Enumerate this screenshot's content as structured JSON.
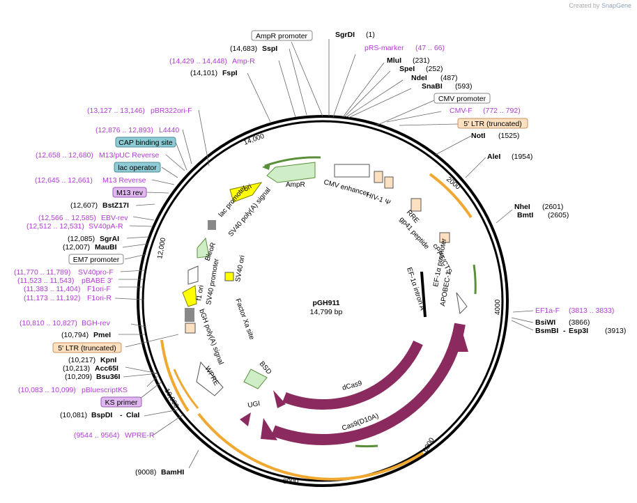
{
  "brand": {
    "prefix": "Created by",
    "name": "SnapGene"
  },
  "plasmid": {
    "name": "pGH911",
    "length": "14,799 bp"
  },
  "ticks": [
    "2000",
    "4000",
    "6000",
    "8000",
    "10,000",
    "12,000",
    "14,000"
  ],
  "sites": [
    {
      "name": "SgrDI",
      "pos": "(1)"
    },
    {
      "name": "MluI",
      "pos": "(231)"
    },
    {
      "name": "SpeI",
      "pos": "(252)"
    },
    {
      "name": "NdeI",
      "pos": "(487)"
    },
    {
      "name": "SnaBI",
      "pos": "(593)"
    },
    {
      "name": "NotI",
      "pos": "(1525)"
    },
    {
      "name": "AleI",
      "pos": "(1954)"
    },
    {
      "name": "NheI",
      "pos": "(2601)"
    },
    {
      "name": "BmtI",
      "pos": "(2605)"
    },
    {
      "name": "BsiWI",
      "pos": "(3866)"
    },
    {
      "name": "BsmBI",
      "pos": "(3913)"
    },
    {
      "name": "Esp3I",
      "pos": ""
    },
    {
      "name": "BamHI",
      "pos": "(9008)"
    },
    {
      "name": "BspDI",
      "pos": "(10,081)"
    },
    {
      "name": "ClaI",
      "pos": ""
    },
    {
      "name": "Bsu36I",
      "pos": "(10,209)"
    },
    {
      "name": "Acc65I",
      "pos": "(10,213)"
    },
    {
      "name": "KpnI",
      "pos": "(10,217)"
    },
    {
      "name": "PmeI",
      "pos": "(10,794)"
    },
    {
      "name": "MauBI",
      "pos": "(12,007)"
    },
    {
      "name": "SgrAI",
      "pos": "(12,085)"
    },
    {
      "name": "BstZ17I",
      "pos": "(12,607)"
    },
    {
      "name": "FspI",
      "pos": "(14,101)"
    },
    {
      "name": "SspI",
      "pos": "(14,683)"
    }
  ],
  "primers": [
    {
      "name": "pRS-marker",
      "pos": "(47 .. 66)"
    },
    {
      "name": "CMV-F",
      "pos": "(772 .. 792)"
    },
    {
      "name": "EF1a-F",
      "pos": "(3813 .. 3833)"
    },
    {
      "name": "WPRE-R",
      "pos": "(9544 .. 9564)"
    },
    {
      "name": "pBluescriptKS",
      "pos": "(10,083 .. 10,099)"
    },
    {
      "name": "BGH-rev",
      "pos": "(10,810 .. 10,827)"
    },
    {
      "name": "F1ori-R",
      "pos": "(11,173 .. 11,192)"
    },
    {
      "name": "F1ori-F",
      "pos": "(11,383 .. 11,404)"
    },
    {
      "name": "pBABE 3'",
      "pos": "(11,523 .. 11,543)"
    },
    {
      "name": "SV40pro-F",
      "pos": "(11,770 .. 11,789)"
    },
    {
      "name": "SV40pA-R",
      "pos": "(12,512 .. 12,531)"
    },
    {
      "name": "EBV-rev",
      "pos": "(12,566 .. 12,585)"
    },
    {
      "name": "M13 Reverse",
      "pos": "(12,645 .. 12,661)"
    },
    {
      "name": "M13/pUC Reverse",
      "pos": "(12,658 .. 12,680)"
    },
    {
      "name": "L4440",
      "pos": "(12,876 .. 12,893)"
    },
    {
      "name": "pBR322ori-F",
      "pos": "(13,127 .. 13,146)"
    },
    {
      "name": "Amp-R",
      "pos": "(14,429 .. 14,448)"
    }
  ],
  "boxes": [
    {
      "name": "AmpR promoter"
    },
    {
      "name": "CMV promoter"
    },
    {
      "name": "5' LTR (truncated)"
    },
    {
      "name": "CAP binding site"
    },
    {
      "name": "lac operator"
    },
    {
      "name": "M13 rev"
    },
    {
      "name": "EM7 promoter"
    },
    {
      "name": "5' LTR (truncated)"
    },
    {
      "name": "KS primer"
    }
  ],
  "features": [
    "AmpR",
    "ori",
    "CMV enhancer",
    "HIV-1 Ψ",
    "RRE",
    "gp41 peptide",
    "cPPT/CTS",
    "EF-1α intron A",
    "EF-1α promoter",
    "APOBEC-1",
    "lac promoter",
    "SV40 poly(A) signal",
    "BleoR",
    "SV40 ori",
    "EM7 promoter",
    "f1 ori",
    "SV40 promoter",
    "Factor Xa site",
    "bGH poly(A) signal",
    "WPRE",
    "BSD",
    "dCas9",
    "UGI",
    "Cas9(D10A)"
  ],
  "colors": {
    "primer": "#b23bd6",
    "cas": "#8b2a5e",
    "orf_green": "#cfeec8",
    "yellow": "#ffff00",
    "ltr": "#fde0c0",
    "promoter_box": "#fde0c0",
    "cap_box": "#8ecbd4",
    "m13_box": "#e0b8f0",
    "orange_arc": "#f0a830"
  }
}
